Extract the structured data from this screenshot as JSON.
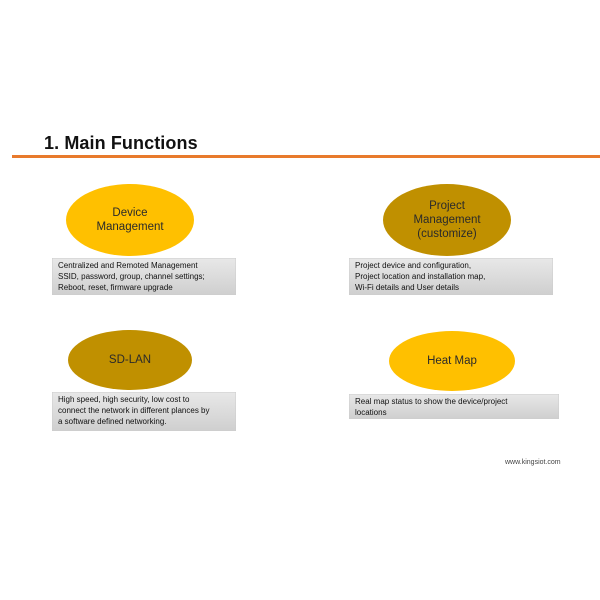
{
  "slide": {
    "title": "1. Main Functions",
    "footer": "www.kingsiot.com"
  },
  "functions": [
    {
      "oval_text": "Device\nManagement",
      "oval_color": "#ffc000",
      "description": "Centralized and Remoted Management\nSSID, password, group, channel settings;\nReboot, reset, firmware upgrade"
    },
    {
      "oval_text": "Project\nManagement\n(customize)",
      "oval_color": "#c09000",
      "description": "Project device and configuration,\nProject location and installation map,\nWi-Fi details and User details"
    },
    {
      "oval_text": "SD-LAN",
      "oval_color": "#c09000",
      "description": "High speed, high security, low cost to\nconnect the network in different plances by\na software defined networking."
    },
    {
      "oval_text": "Heat Map",
      "oval_color": "#ffc000",
      "description": "Real map status to show the device/project\nlocations"
    }
  ]
}
